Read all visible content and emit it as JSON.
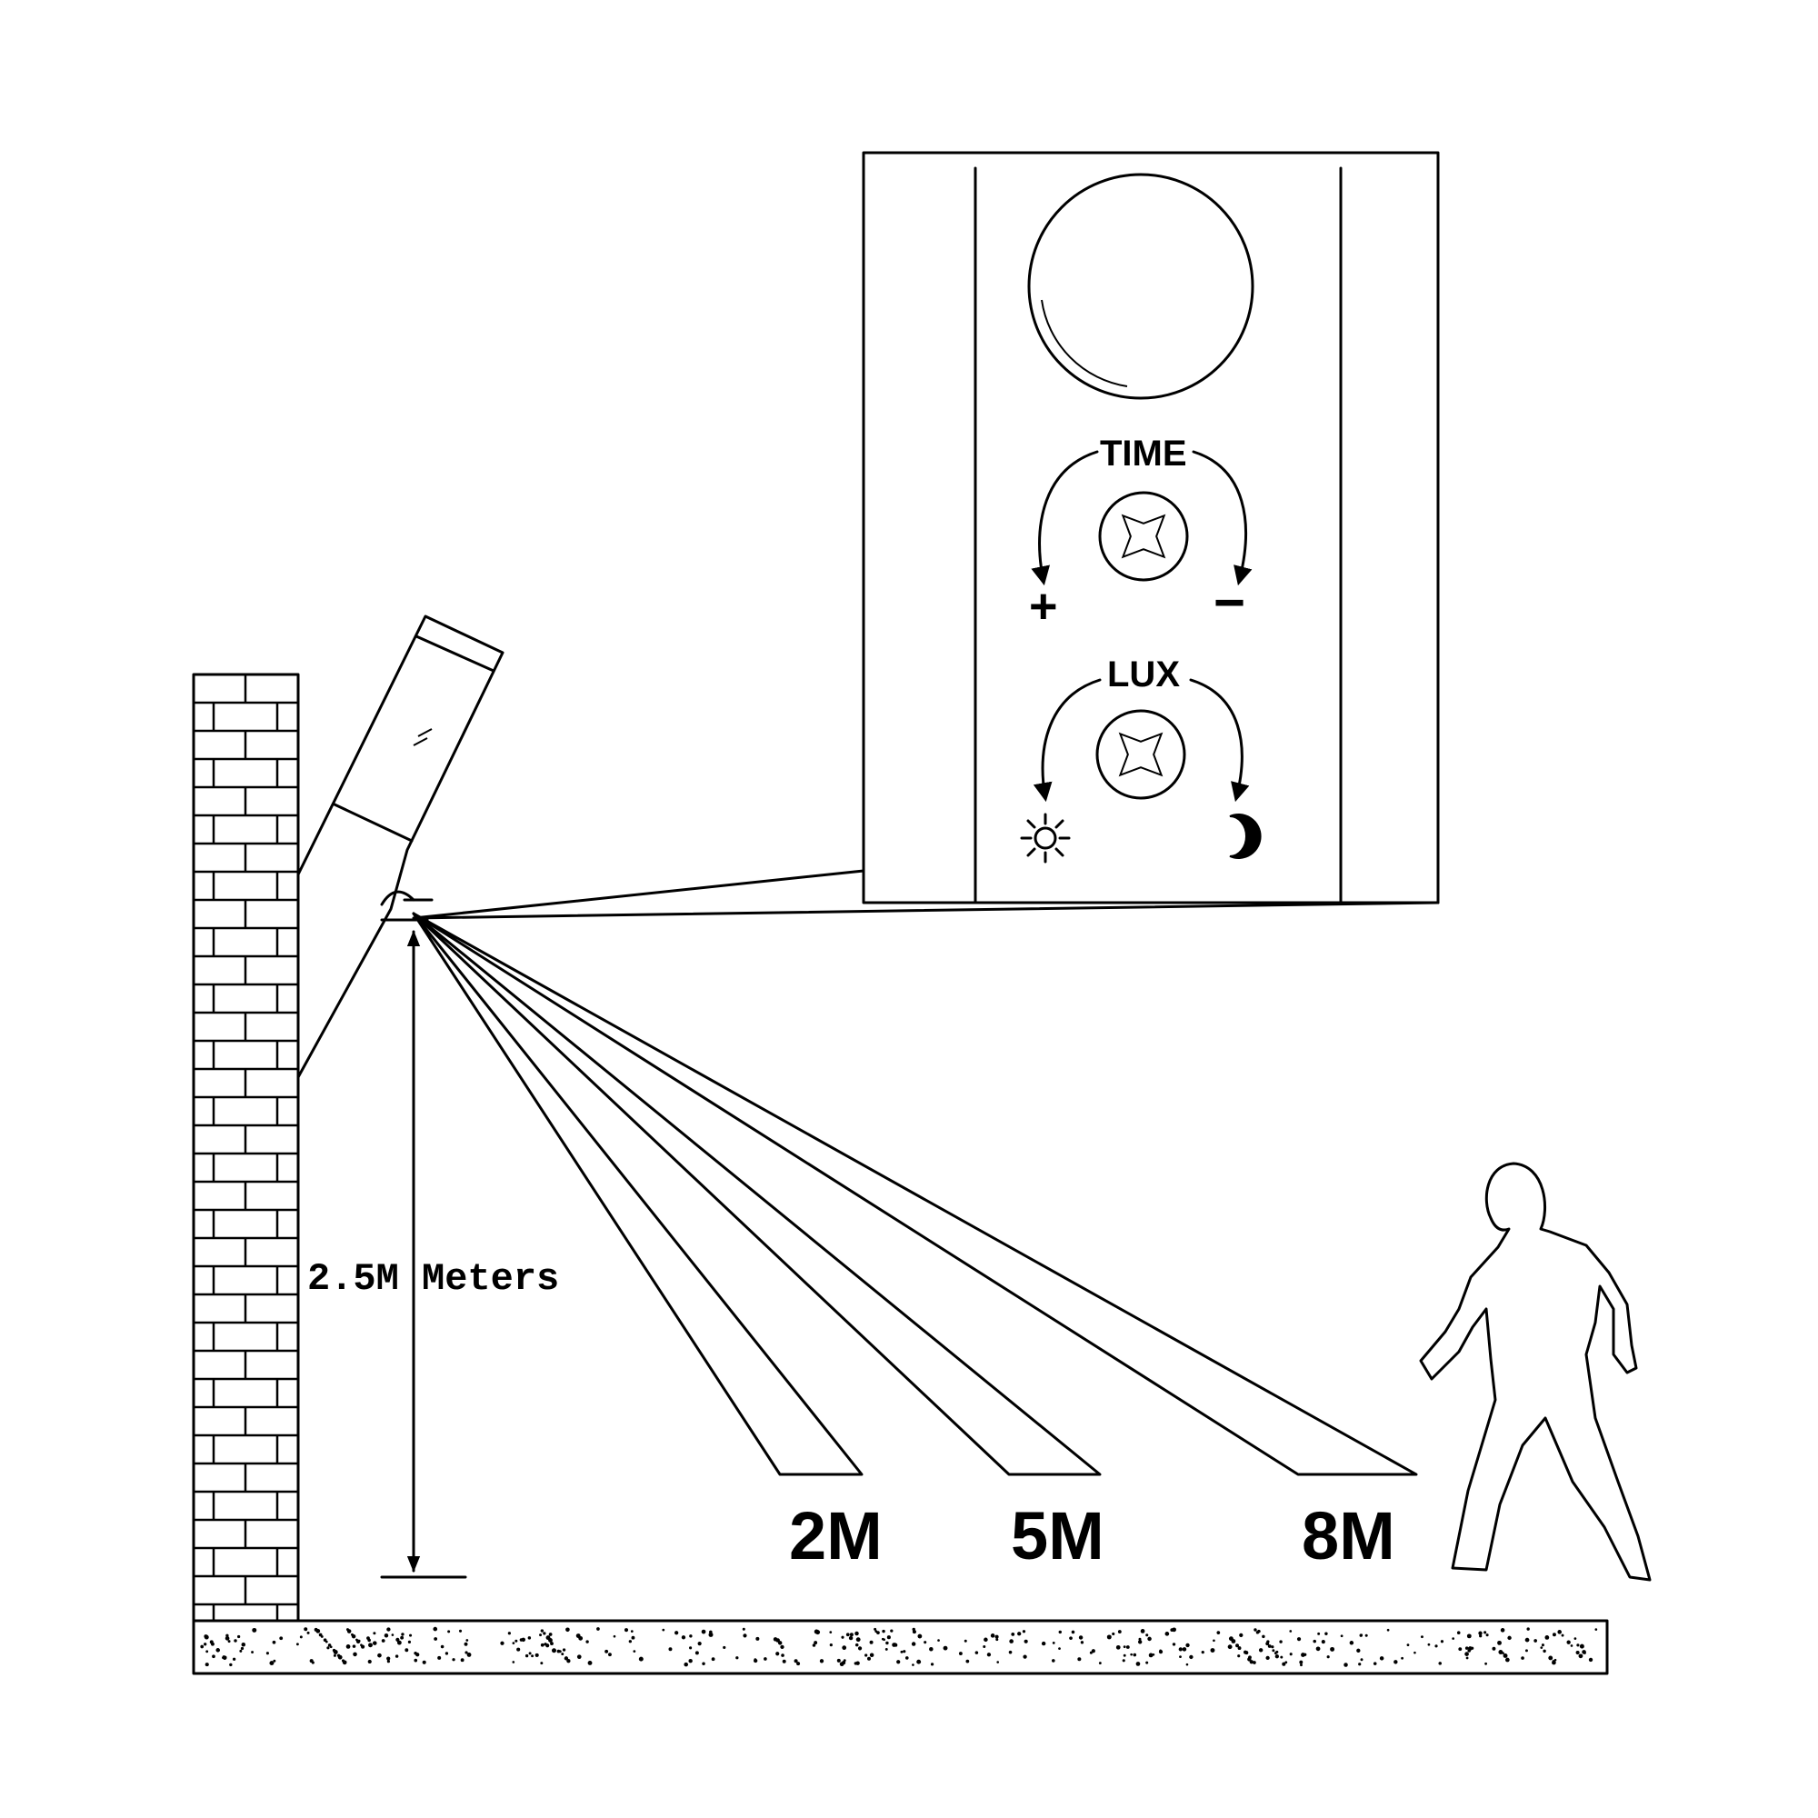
{
  "panel": {
    "time_label": "TIME",
    "lux_label": "LUX",
    "time_left_symbol": "+",
    "time_right_symbol": "−",
    "lux_left_icon": "sun-icon",
    "lux_right_icon": "moon-icon",
    "knob_icon": "screw-cross-icon",
    "lens_icon": "sensor-lens-icon"
  },
  "height_label": "2.5M Meters",
  "distances": [
    "2M",
    "5M",
    "8M"
  ],
  "figure_icon": "walking-person-icon",
  "wall_icon": "brick-wall-icon",
  "ground_icon": "ground-slab-icon",
  "colors": {
    "ink": "#000000",
    "background": "#ffffff"
  }
}
